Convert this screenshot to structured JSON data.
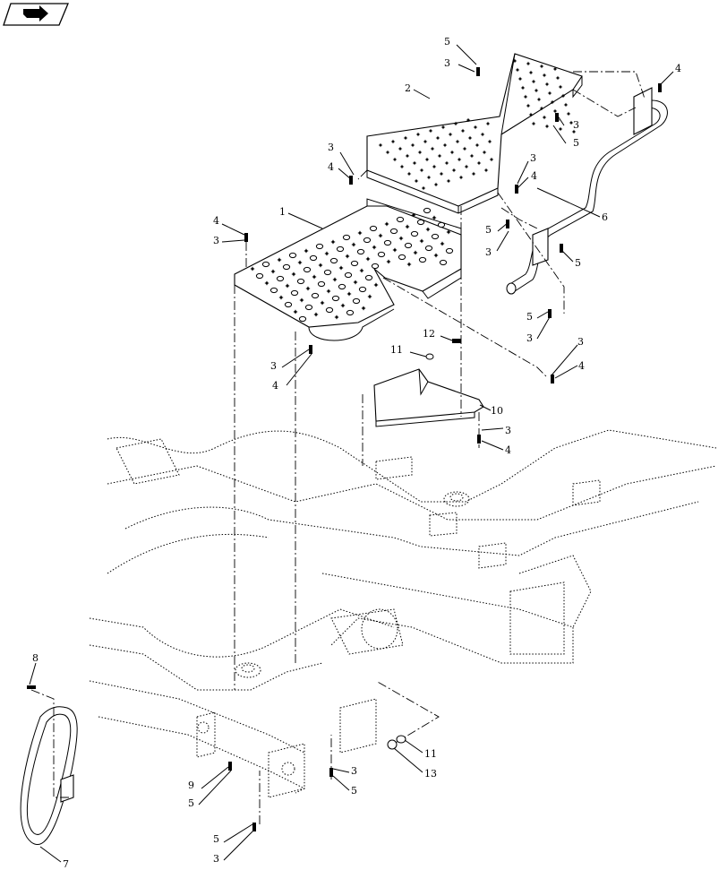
{
  "icon": "next-page-arrow-icon",
  "callouts": [
    "5",
    "3",
    "2",
    "3",
    "5",
    "4",
    "3",
    "4",
    "6",
    "3",
    "4",
    "5",
    "5",
    "3",
    "1",
    "4",
    "3",
    "3",
    "4",
    "5",
    "3",
    "3",
    "12",
    "11",
    "4",
    "3",
    "10",
    "3",
    "4",
    "8",
    "11",
    "13",
    "9",
    "5",
    "3",
    "5",
    "5",
    "3",
    "7"
  ]
}
